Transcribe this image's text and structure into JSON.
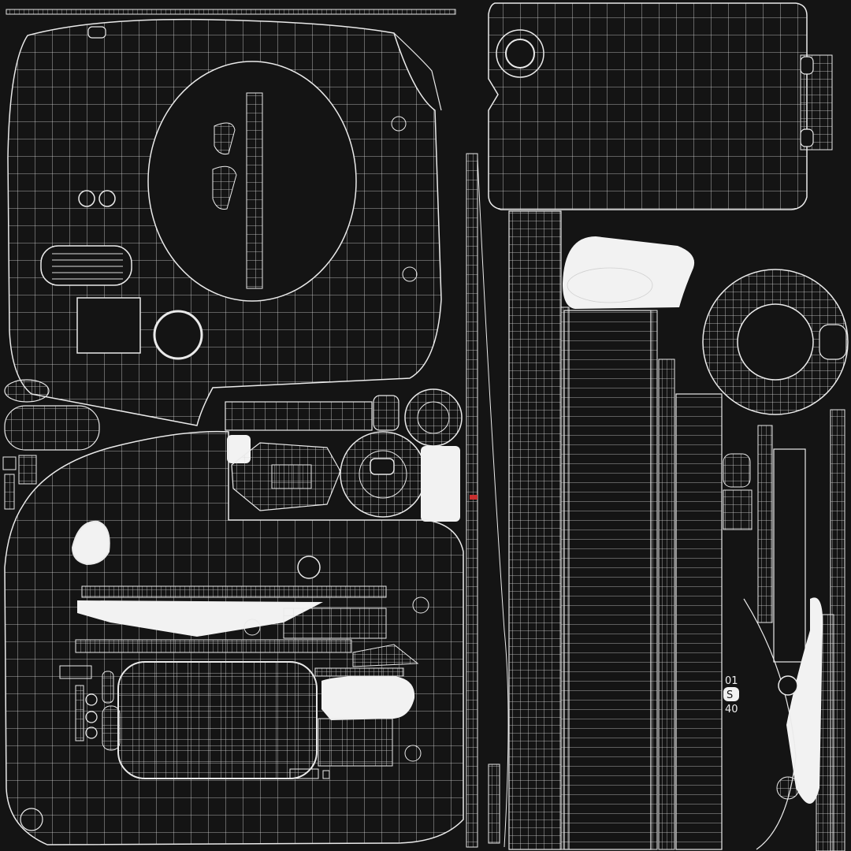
{
  "colors": {
    "background": "#141414",
    "wire": "#e6e6e6",
    "fill_white": "#f2f2f2",
    "accent_red": "#c83030"
  },
  "decals": {
    "top": "01",
    "middle": "S",
    "bottom": "40"
  }
}
